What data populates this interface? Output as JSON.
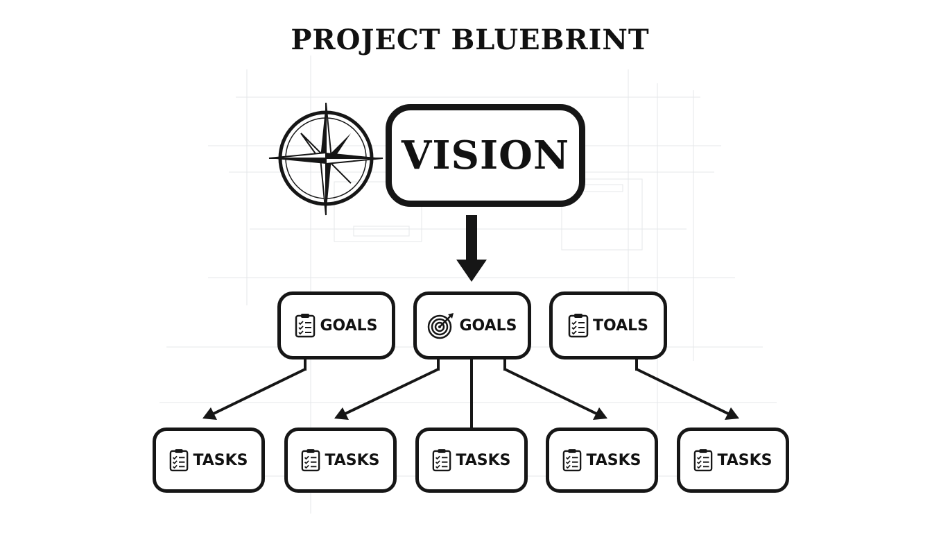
{
  "diagram": {
    "title": "PROJECT BLUEBRINT",
    "vision": {
      "label": "VISION",
      "icon": "compass-rose-icon"
    },
    "goals": [
      {
        "label": "GOALS",
        "icon": "clipboard-checklist-icon"
      },
      {
        "label": "GOALS",
        "icon": "target-arrow-icon"
      },
      {
        "label": "TOALS",
        "icon": "clipboard-checklist-icon"
      }
    ],
    "tasks": [
      {
        "label": "TASKS",
        "icon": "clipboard-checklist-icon"
      },
      {
        "label": "TASKS",
        "icon": "clipboard-checklist-icon"
      },
      {
        "label": "TASKS",
        "icon": "clipboard-checklist-icon"
      },
      {
        "label": "TASKS",
        "icon": "clipboard-checklist-icon"
      },
      {
        "label": "TASKS",
        "icon": "clipboard-checklist-icon"
      }
    ],
    "colors": {
      "ink": "#161616",
      "background": "#ffffff",
      "blueprint_grid": "#e6e8ea"
    }
  }
}
